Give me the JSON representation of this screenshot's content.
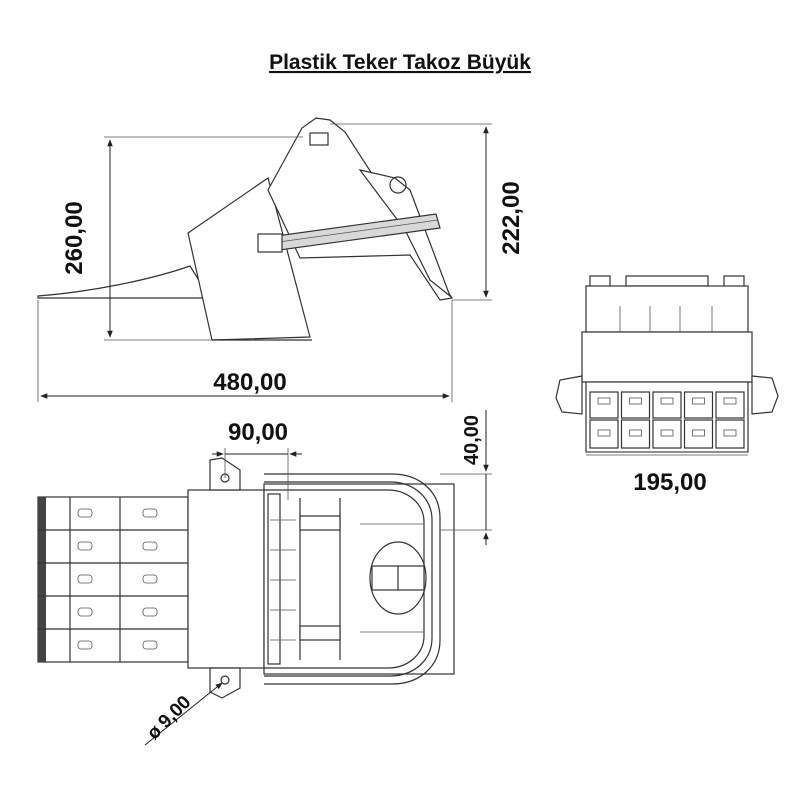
{
  "title": "Plastik Teker Takoz Büyük",
  "dimensions": {
    "height_left": "260,00",
    "height_right": "222,00",
    "length": "480,00",
    "width_top": "90,00",
    "offset_side": "40,00",
    "width_front": "195,00",
    "hole_diameter": "9,00",
    "diameter_symbol": "ø"
  }
}
